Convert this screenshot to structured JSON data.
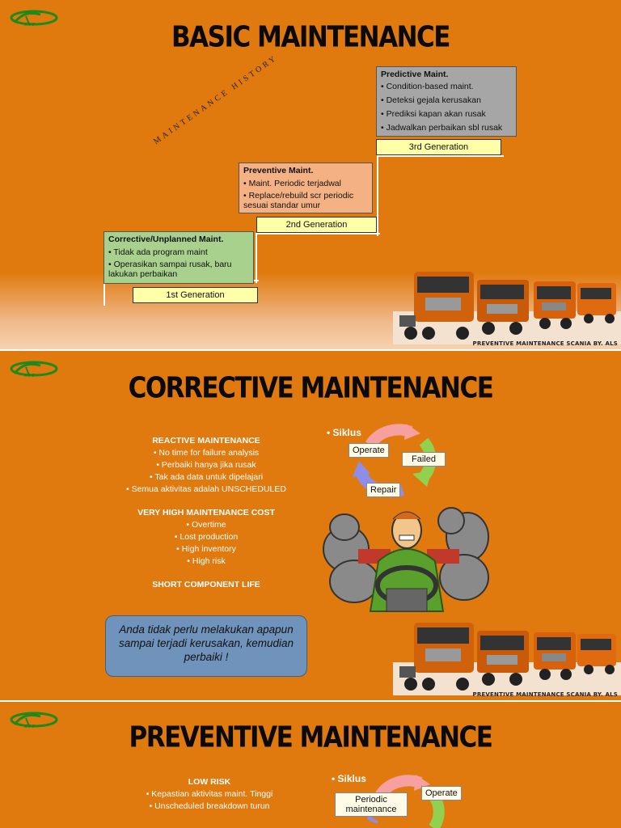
{
  "slide1": {
    "title": "BASIC MAINTENANCE",
    "history_label": "MAINTENANCE HISTORY",
    "generations": [
      "1st Generation",
      "2nd Generation",
      "3rd Generation"
    ],
    "corrective": {
      "heading": "Corrective/Unplanned Maint.",
      "items": [
        "• Tidak ada program maint",
        "• Operasikan sampai rusak, baru lakukan perbaikan"
      ]
    },
    "preventive": {
      "heading": "Preventive Maint.",
      "items": [
        "• Maint. Periodic terjadwal",
        "• Replace/rebuild scr periodic sesuai standar umur"
      ]
    },
    "predictive": {
      "heading": "Predictive Maint.",
      "items": [
        "• Condition-based maint.",
        "• Deteksi gejala kerusakan",
        "• Prediksi kapan akan rusak",
        "• Jadwalkan perbaikan sbl rusak"
      ]
    },
    "footer": "PREVENTIVE MAINTENANCE SCANIA BY. ALS",
    "logo_text": "KPP"
  },
  "slide2": {
    "title": "CORRECTIVE MAINTENANCE",
    "sections": [
      {
        "heading": "REACTIVE MAINTENANCE",
        "items": [
          "• No time for failure analysis",
          "• Perbaiki hanya jika rusak",
          "• Tak ada data untuk dipelajari",
          "• Semua aktivitas adalah UNSCHEDULED"
        ]
      },
      {
        "heading": "VERY HIGH MAINTENANCE COST",
        "items": [
          "• Overtime",
          "• Lost production",
          "• High inventory",
          "• High risk"
        ]
      },
      {
        "heading": "SHORT COMPONENT LIFE",
        "items": []
      }
    ],
    "siklus": "• Siklus",
    "cycle": {
      "operate": "Operate",
      "failed": "Failed",
      "repair": "Repair"
    },
    "callout": "Anda tidak perlu melakukan apapun sampai terjadi kerusakan, kemudian perbaiki !",
    "footer": "PREVENTIVE MAINTENANCE SCANIA BY. ALS",
    "logo_text": "KPP"
  },
  "slide3": {
    "title": "PREVENTIVE MAINTENANCE",
    "section": {
      "heading": "LOW RISK",
      "items": [
        "• Kepastian aktivitas maint. Tinggi",
        "• Unscheduled breakdown turun"
      ]
    },
    "siklus": "• Siklus",
    "cycle": {
      "periodic": "Periodic maintenance",
      "operate": "Operate"
    },
    "logo_text": "KPP"
  },
  "colors": {
    "slide_bg": "#e07a0e",
    "generation_box": "#ffffa8",
    "corrective_box": "#a9d18e",
    "preventive_box": "#f4b183",
    "predictive_box": "#a6a6a6",
    "callout": "#6f93bb"
  },
  "icons": [
    "kpp-logo-icon",
    "truck-icon",
    "cycle-arrows-icon",
    "stressed-driver-icon"
  ]
}
